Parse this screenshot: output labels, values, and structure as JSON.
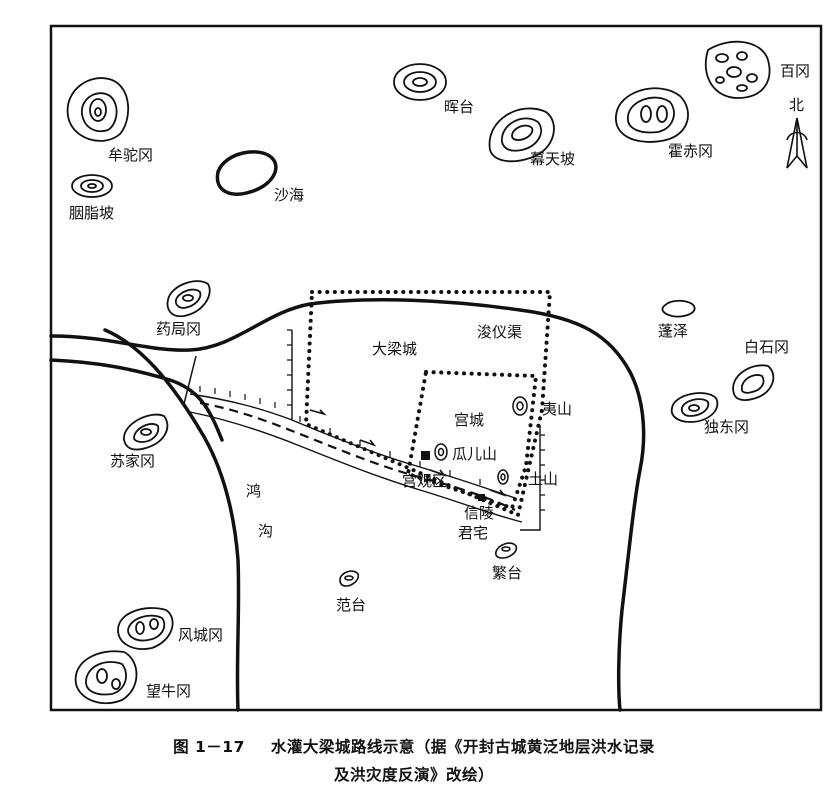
{
  "caption": {
    "figure_number": "图 1－17",
    "line1": "水灌大梁城路线示意（据《开封古城黄泛地层洪水记录",
    "line2": "及洪灾度反演》改绘）"
  },
  "labels": {
    "baigang": "百冈",
    "north": "北",
    "huitai": "晖台",
    "mutianpo": "幕天坡",
    "huochigang": "霍赤冈",
    "mutuogang": "牟驼冈",
    "shahai": "沙海",
    "yanzhipo": "胭脂坡",
    "yaojugang": "药局冈",
    "junyiqu": "浚仪渠",
    "daliangcheng": "大梁城",
    "pengze": "蓬泽",
    "baishigang": "白石冈",
    "gongcheng": "宫城",
    "yishan": "夷山",
    "dudonggang": "独东冈",
    "sujiagang": "苏家冈",
    "guaershan": "瓜儿山",
    "gongguan": "宫观区",
    "tushan": "土山",
    "hong": "鸿",
    "gou": "沟",
    "xinling": "信陵",
    "junzhai": "君宅",
    "fantai": "繁台",
    "fantai2": "范台",
    "fengchenggang": "风城冈",
    "wangniugang": "望牛冈"
  },
  "colors": {
    "ink": "#111111",
    "background": "#ffffff"
  }
}
